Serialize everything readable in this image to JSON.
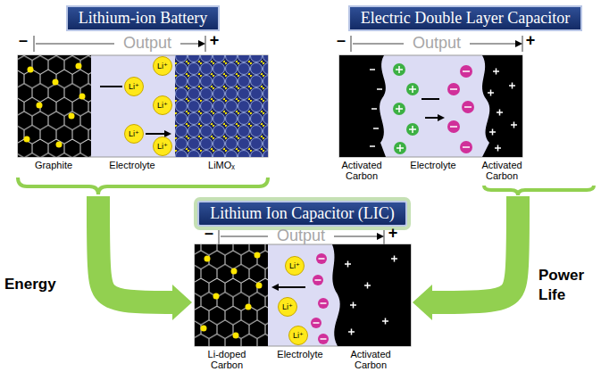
{
  "diagram": {
    "nodes": [
      {
        "text": [
          "Lithium-ion Battery"
        ]
      },
      {
        "text": [
          "Electric Double Layer Capacitor"
        ]
      },
      {
        "text": [
          "Lithium Ion Capacitor (LIC)"
        ]
      }
    ],
    "edges": [
      {
        "from": 0,
        "to": 2,
        "arrow": "to",
        "label": "Energy"
      },
      {
        "from": 1,
        "to": 2,
        "arrow": "to",
        "label": "Power Life"
      }
    ],
    "labels": [
      "–",
      "Output",
      "+",
      "Graphite",
      "Electrolyte",
      "LiMOₓ",
      "Li⁺",
      "Li⁺",
      "Li⁺",
      "Li⁺",
      "Li⁺",
      "–",
      "Output",
      "+",
      "Activated Carbon",
      "Electrolyte",
      "Activated Carbon",
      "–",
      "Output",
      "+",
      "Li⁺",
      "Li⁺",
      "Li⁺",
      "Li-doped Carbon",
      "Electrolyte",
      "Activated Carbon"
    ]
  }
}
